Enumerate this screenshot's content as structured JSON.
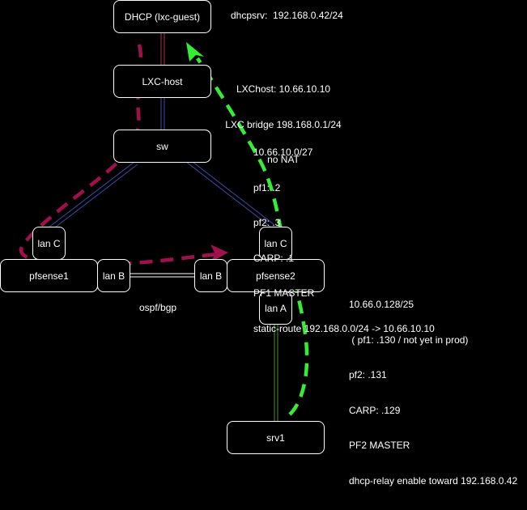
{
  "nodes": {
    "dhcp": "DHCP (lxc-guest)",
    "lxchost": "LXC-host",
    "sw": "sw",
    "lanC_pf1": "lan C",
    "lanC_pf2": "lan C",
    "pfsense1": "pfsense1",
    "lanB_pf1": "lan B",
    "lanB_pf2": "lan B",
    "pfsense2": "pfsense2",
    "lanA": "lan A",
    "srv1": "srv1"
  },
  "labels": {
    "dhcpsrv": "dhcpsrv:  192.168.0.42/24",
    "lxchost_info": [
      "LXChost: 10.66.10.10",
      "LXC bridge 198.168.0.1/24",
      "no NAT"
    ],
    "net_c": [
      "10.66.10.0/27",
      "pf1: .2",
      "pf2: .3",
      "CARP: .1",
      "PF1 MASTER",
      "static-route 192.168.0.0/24 -> 10.66.10.10"
    ],
    "net_a": [
      "10.66.0.128/25",
      " ( pf1: .130 / not yet in prod)",
      "pf2: .131",
      "CARP: .129",
      "PF2 MASTER",
      "dhcp-relay enable toward 192.168.0.42"
    ],
    "ospf": "ospf/bgp"
  },
  "colors": {
    "background": "#000000",
    "node_border": "#ffffff",
    "link_red": "#b03040",
    "link_blue": "#3a4aa8",
    "link_white": "#ffffff",
    "link_green": "#4a8a3a",
    "path_crimson": "#a0104c",
    "path_green": "#33ee33"
  }
}
